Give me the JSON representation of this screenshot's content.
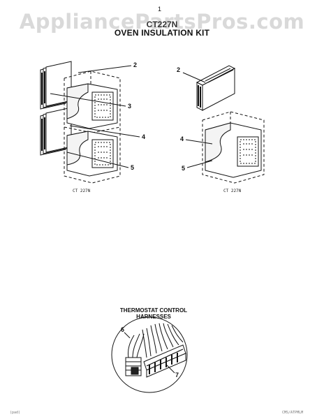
{
  "header": {
    "page_number": "1",
    "watermark": "AppliancePartsPros.com",
    "model": "CT227N",
    "title": "OVEN INSULATION KIT"
  },
  "left_figure": {
    "caption": "CT 227N",
    "callouts": [
      "2",
      "3",
      "4",
      "5"
    ]
  },
  "right_figure": {
    "caption": "CT 227N",
    "callouts": [
      "2",
      "4",
      "5"
    ]
  },
  "thermostat": {
    "title_line1": "THERMOSTAT CONTROL",
    "title_line2": "HARNESSES",
    "callouts": [
      "6",
      "7"
    ]
  },
  "footer": {
    "left": "(pad)",
    "right": "CMS/ATPMLM"
  }
}
